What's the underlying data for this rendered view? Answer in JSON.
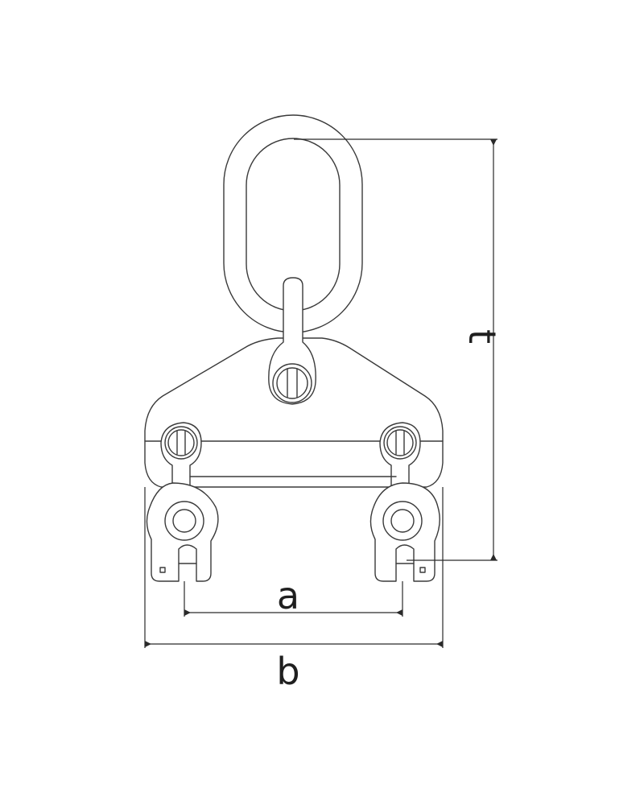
{
  "diagram": {
    "colors": {
      "line": "#3a3a3a",
      "background": "#ffffff"
    },
    "dimensions": {
      "a": "a",
      "b": "b",
      "t": "t"
    }
  }
}
